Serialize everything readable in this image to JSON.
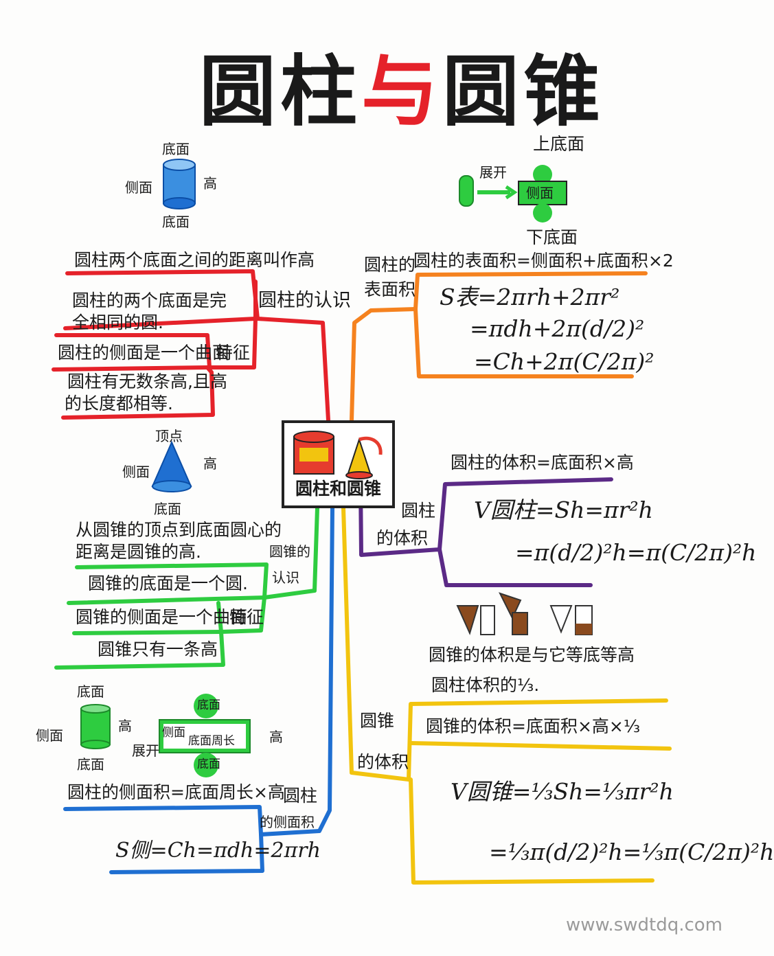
{
  "title": {
    "part1": "圆柱",
    "part2": "与",
    "part3": "圆锥"
  },
  "center": {
    "label": "圆柱和圆锥"
  },
  "colors": {
    "red": "#e5222a",
    "orange": "#f5821f",
    "purple": "#5b2a86",
    "yellow": "#f2c40f",
    "green": "#2ecc40",
    "blue": "#1f6fd1"
  },
  "cyl_recog": {
    "branch": "圆柱的认识",
    "diagram": {
      "top": "底面",
      "side": "侧面",
      "height": "高",
      "bottom": "底面"
    },
    "height_def": "圆柱两个底面之间的距离叫作高",
    "feature": "特征",
    "f1_line1": "圆柱的两个底面是完",
    "f1_line2": "全相同的圆.",
    "f2": "圆柱的侧面是一个曲面",
    "f3_line1": "圆柱有无数条高,且高",
    "f3_line2": "的长度都相等."
  },
  "cyl_surface": {
    "branch_line1": "圆柱的",
    "branch_line2": "表面积",
    "net": {
      "unfold": "展开",
      "top": "上底面",
      "side": "侧面",
      "bottom": "下底面"
    },
    "def": "圆柱的表面积=侧面积+底面积×2",
    "formula1": "S表=2πrh+2πr²",
    "formula2": "=πdh+2π(d/2)²",
    "formula3": "=Ch+2π(C/2π)²"
  },
  "cone_recog": {
    "branch_line1": "圆锥的",
    "branch_line2": "认识",
    "diagram": {
      "vertex": "顶点",
      "side": "侧面",
      "height": "高",
      "bottom": "底面"
    },
    "height_def_line1": "从圆锥的顶点到底面圆心的",
    "height_def_line2": "距离是圆锥的高.",
    "feature": "特征",
    "f1": "圆锥的底面是一个圆.",
    "f2": "圆锥的侧面是一个曲面",
    "f3": "圆锥只有一条高"
  },
  "cyl_volume": {
    "branch_line1": "圆柱",
    "branch_line2": "的体积",
    "def": "圆柱的体积=底面积×高",
    "formula1": "V圆柱=Sh=πr²h",
    "formula2": "=π(d/2)²h=π(C/2π)²h"
  },
  "cone_volume": {
    "branch_line1": "圆锥",
    "branch_line2": "的体积",
    "relation_line1": "圆锥的体积是与它等底等高",
    "relation_line2": "圆柱体积的⅓.",
    "def": "圆锥的体积=底面积×高×⅓",
    "formula1": "V圆锥=⅓Sh=⅓πr²h",
    "formula2": "=⅓π(d/2)²h=⅓π(C/2π)²h"
  },
  "cyl_lateral": {
    "branch_line1": "圆柱",
    "branch_line2": "的侧面积",
    "diagram": {
      "top": "底面",
      "side": "侧面",
      "height": "高",
      "bottom": "底面",
      "unfold": "展开"
    },
    "net": {
      "top": "底面",
      "side": "侧面",
      "perimeter": "底面周长",
      "bottom": "底面",
      "height": "高"
    },
    "def": "圆柱的侧面积=底面周长×高",
    "formula": "S侧=Ch=πdh=2πrh"
  },
  "watermark": "www.swdtdq.com"
}
